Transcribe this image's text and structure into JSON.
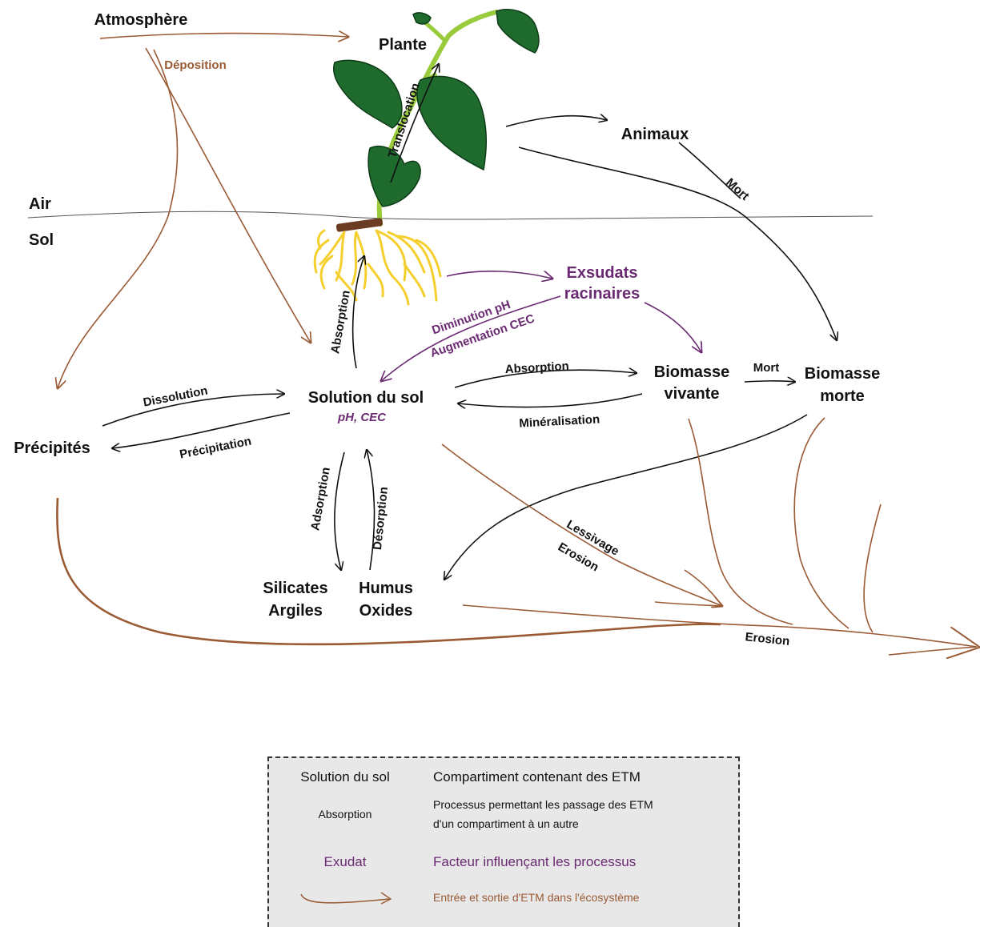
{
  "colors": {
    "flux": "#111111",
    "factor": "#6a2a72",
    "io": "#9a5a34",
    "leaf": "#1f6b2e",
    "stem": "#9acb3c",
    "root": "#f4cf2e",
    "legend_bg": "#e8e8e8"
  },
  "icons": {
    "plant": "plant-illustration",
    "roots": "roots-illustration"
  },
  "layers": {
    "air": "Air",
    "sol": "Sol"
  },
  "nodes": {
    "atmosphere": "Atmosphère",
    "plante": "Plante",
    "animaux": "Animaux",
    "exsudats_1": "Exsudats",
    "exsudats_2": "racinaires",
    "solution": "Solution du sol",
    "solution_props": "pH, CEC",
    "precipites": "Précipités",
    "biomasse_vivante_1": "Biomasse",
    "biomasse_vivante_2": "vivante",
    "biomasse_morte_1": "Biomasse",
    "biomasse_morte_2": "morte",
    "silicates_1": "Silicates",
    "silicates_2": "Argiles",
    "humus_1": "Humus",
    "humus_2": "Oxides"
  },
  "processes": {
    "deposition": "Déposition",
    "translocation": "Translocation",
    "mort_animaux": "Mort",
    "absorption_racines": "Absorption",
    "diminution_ph": "Diminution pH",
    "augmentation_cec": "Augmentation CEC",
    "absorption_biomasse": "Absorption",
    "mineralisation": "Minéralisation",
    "mort_biomasse": "Mort",
    "dissolution": "Dissolution",
    "precipitation": "Précipitation",
    "adsorption": "Adsorption",
    "desorption": "Désorption",
    "lessivage": "Lessivage",
    "erosion_1": "Erosion",
    "erosion_2": "Erosion"
  },
  "legend": {
    "compartment_key": "Solution du sol",
    "compartment_desc": "Compartiment contenant des ETM",
    "process_key": "Absorption",
    "process_desc_1": "Processus permettant les passage des ETM",
    "process_desc_2": "d'un compartiment à un autre",
    "factor_key": "Exudat",
    "factor_desc": "Facteur influençant les processus",
    "io_desc": "Entrée et sortie d'ETM dans l'écosystème"
  }
}
